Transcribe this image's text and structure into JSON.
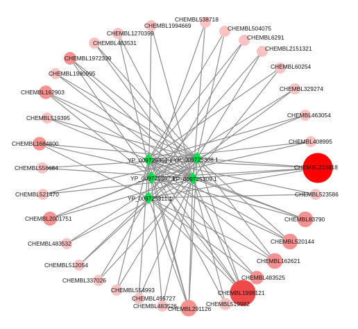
{
  "colors": {
    "edge": "#8c8c8c",
    "protein": "#00e24a",
    "compound_light": "#f9c3c3",
    "compound_mid": "#f49292",
    "compound_strong": "#ef4a4a",
    "compound_max": "#ff0000"
  },
  "proteins": [
    {
      "id": "p1",
      "label": "YP_009725301.1"
    },
    {
      "id": "p2",
      "label": "YP_009725308.1"
    },
    {
      "id": "p3",
      "label": "YP_009725307.1"
    },
    {
      "id": "p4",
      "label": "YP_009725309.1"
    },
    {
      "id": "p5",
      "label": "YP_009725311.1"
    }
  ],
  "compounds": [
    {
      "id": "c1",
      "label": "CHEMBL538718",
      "level": "light",
      "size": 1
    },
    {
      "id": "c2",
      "label": "CHEMBL504075",
      "level": "light",
      "size": 1
    },
    {
      "id": "c3",
      "label": "CHEMBL6291",
      "level": "light",
      "size": 1
    },
    {
      "id": "c4",
      "label": "CHEMBL2151321",
      "level": "light",
      "size": 1
    },
    {
      "id": "c5",
      "label": "CHEMBL60254",
      "level": "light",
      "size": 1
    },
    {
      "id": "c6",
      "label": "CHEMBL329274",
      "level": "light",
      "size": 1
    },
    {
      "id": "c7",
      "label": "CHEMBL463054",
      "level": "light",
      "size": 1
    },
    {
      "id": "c8",
      "label": "CHEMBL408995",
      "level": "light",
      "size": 1
    },
    {
      "id": "c9",
      "label": "CHEMBL213818",
      "level": "max",
      "size": 4
    },
    {
      "id": "c10",
      "label": "CHEMBL523586",
      "level": "light",
      "size": 1
    },
    {
      "id": "c11",
      "label": "CHEMBL83790",
      "level": "mid",
      "size": 2
    },
    {
      "id": "c12",
      "label": "CHEMBL520144",
      "level": "mid",
      "size": 2
    },
    {
      "id": "c13",
      "label": "CHEMBL162621",
      "level": "mid",
      "size": 2
    },
    {
      "id": "c14",
      "label": "CHEMBL483525",
      "level": "mid",
      "size": 1.5
    },
    {
      "id": "c15",
      "label": "CHEMBL1998121",
      "level": "strong",
      "size": 3
    },
    {
      "id": "c16",
      "label": "CHEMBL519982",
      "level": "light",
      "size": 1.2
    },
    {
      "id": "c17",
      "label": "CHEMBL291126",
      "level": "mid",
      "size": 2.2
    },
    {
      "id": "c18",
      "label": "CHEMBL483526",
      "level": "light",
      "size": 1
    },
    {
      "id": "c19",
      "label": "CHEMBL495727",
      "level": "light",
      "size": 1
    },
    {
      "id": "c20",
      "label": "CHEMBL554993",
      "level": "light",
      "size": 1
    },
    {
      "id": "c21",
      "label": "CHEMBL337026",
      "level": "light",
      "size": 1
    },
    {
      "id": "c22",
      "label": "CHEMBL512054",
      "level": "light",
      "size": 1
    },
    {
      "id": "c23",
      "label": "CHEMBL483532",
      "level": "light",
      "size": 1
    },
    {
      "id": "c24",
      "label": "CHEMBL2001751",
      "level": "mid",
      "size": 1.6
    },
    {
      "id": "c25",
      "label": "CHEMBL521470",
      "level": "light",
      "size": 1
    },
    {
      "id": "c26",
      "label": "CHEMBL556684",
      "level": "light",
      "size": 1
    },
    {
      "id": "c27",
      "label": "CHEMBL1684800",
      "level": "mid",
      "size": 1.5
    },
    {
      "id": "c28",
      "label": "CHEMBL519395",
      "level": "light",
      "size": 1
    },
    {
      "id": "c29",
      "label": "CHEMBL162903",
      "level": "mid",
      "size": 1.5
    },
    {
      "id": "c30",
      "label": "CHEMBL1980995",
      "level": "light",
      "size": 1
    },
    {
      "id": "c31",
      "label": "CHEMBL1972339",
      "level": "mid",
      "size": 1.3
    },
    {
      "id": "c32",
      "label": "CHEMBL483531",
      "level": "light",
      "size": 1
    },
    {
      "id": "c33",
      "label": "CHEMBL1270399",
      "level": "light",
      "size": 1
    },
    {
      "id": "c34",
      "label": "CHEMBL1994669",
      "level": "light",
      "size": 1
    }
  ],
  "edges": [
    [
      "c1",
      "p3"
    ],
    [
      "c1",
      "p4"
    ],
    [
      "c2",
      "p1"
    ],
    [
      "c2",
      "p2"
    ],
    [
      "c3",
      "p5"
    ],
    [
      "c3",
      "p1"
    ],
    [
      "c4",
      "p2"
    ],
    [
      "c4",
      "p3"
    ],
    [
      "c5",
      "p1"
    ],
    [
      "c5",
      "p4"
    ],
    [
      "c6",
      "p3"
    ],
    [
      "c6",
      "p5"
    ],
    [
      "c7",
      "p2"
    ],
    [
      "c7",
      "p1"
    ],
    [
      "c8",
      "p1"
    ],
    [
      "c8",
      "p3"
    ],
    [
      "c9",
      "p1"
    ],
    [
      "c9",
      "p2"
    ],
    [
      "c9",
      "p3"
    ],
    [
      "c9",
      "p4"
    ],
    [
      "c9",
      "p5"
    ],
    [
      "c10",
      "p5"
    ],
    [
      "c10",
      "p1"
    ],
    [
      "c11",
      "p1"
    ],
    [
      "c11",
      "p4"
    ],
    [
      "c11",
      "p3"
    ],
    [
      "c12",
      "p3"
    ],
    [
      "c12",
      "p2"
    ],
    [
      "c12",
      "p1"
    ],
    [
      "c13",
      "p1"
    ],
    [
      "c13",
      "p2"
    ],
    [
      "c13",
      "p5"
    ],
    [
      "c14",
      "p5"
    ],
    [
      "c14",
      "p1"
    ],
    [
      "c15",
      "p1"
    ],
    [
      "c15",
      "p2"
    ],
    [
      "c15",
      "p3"
    ],
    [
      "c15",
      "p4"
    ],
    [
      "c15",
      "p5"
    ],
    [
      "c16",
      "p1"
    ],
    [
      "c16",
      "p4"
    ],
    [
      "c17",
      "p1"
    ],
    [
      "c17",
      "p2"
    ],
    [
      "c17",
      "p3"
    ],
    [
      "c17",
      "p4"
    ],
    [
      "c17",
      "p5"
    ],
    [
      "c18",
      "p2"
    ],
    [
      "c18",
      "p3"
    ],
    [
      "c19",
      "p4"
    ],
    [
      "c19",
      "p1"
    ],
    [
      "c20",
      "p2"
    ],
    [
      "c20",
      "p1"
    ],
    [
      "c21",
      "p4"
    ],
    [
      "c21",
      "p5"
    ],
    [
      "c22",
      "p2"
    ],
    [
      "c22",
      "p5"
    ],
    [
      "c23",
      "p2"
    ],
    [
      "c23",
      "p4"
    ],
    [
      "c24",
      "p2"
    ],
    [
      "c24",
      "p4"
    ],
    [
      "c24",
      "p3"
    ],
    [
      "c25",
      "p4"
    ],
    [
      "c25",
      "p2"
    ],
    [
      "c26",
      "p4"
    ],
    [
      "c26",
      "p2"
    ],
    [
      "c27",
      "p2"
    ],
    [
      "c27",
      "p5"
    ],
    [
      "c27",
      "p4"
    ],
    [
      "c28",
      "p4"
    ],
    [
      "c28",
      "p2"
    ],
    [
      "c29",
      "p2"
    ],
    [
      "c29",
      "p3"
    ],
    [
      "c29",
      "p4"
    ],
    [
      "c30",
      "p4"
    ],
    [
      "c30",
      "p2"
    ],
    [
      "c31",
      "p4"
    ],
    [
      "c31",
      "p3"
    ],
    [
      "c31",
      "p2"
    ],
    [
      "c32",
      "p2"
    ],
    [
      "c32",
      "p4"
    ],
    [
      "c33",
      "p3"
    ],
    [
      "c33",
      "p4"
    ],
    [
      "c34",
      "p4"
    ],
    [
      "c34",
      "p5"
    ]
  ]
}
